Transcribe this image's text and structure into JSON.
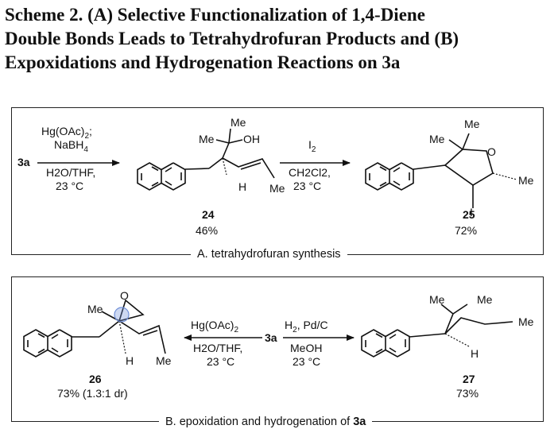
{
  "title": {
    "line1": "Scheme 2. (A) Selective Functionalization of 1,4-Diene",
    "line2": "Double Bonds Leads to Tetrahydrofuran Products and (B)",
    "line3": "Expoxidations and Hydrogenation Reactions on 3a"
  },
  "panel_a": {
    "caption": "A. tetrahydrofuran synthesis",
    "start": "3a",
    "step1": {
      "line1": "Hg(OAc)",
      "line1_sub": "2",
      "line1_tail": ";",
      "line2": "NaBH",
      "line2_sub": "4",
      "line3": "H2O/THF,",
      "line4": "23 °C"
    },
    "step2": {
      "above": "I",
      "above_sub": "2",
      "below1": "CH2Cl2,",
      "below2": "23 °C"
    },
    "compound_24": {
      "number": "24",
      "yield": "46%",
      "labels": {
        "me1": "Me",
        "me2": "Me",
        "oh": "OH",
        "h": "H",
        "me3": "Me"
      }
    },
    "compound_25": {
      "number": "25",
      "yield": "72%",
      "labels": {
        "me1": "Me",
        "me2": "Me",
        "o": "O",
        "me3": "Me",
        "i": "I"
      }
    }
  },
  "panel_b": {
    "caption_prefix": "B. epoxidation and hydrogenation of ",
    "caption_bold": "3a",
    "center": "3a",
    "left_cond": {
      "above": "Hg(OAc)",
      "above_sub": "2",
      "below1": "H2O/THF,",
      "below2": "23 °C"
    },
    "right_cond": {
      "above": "H",
      "above_sub": "2",
      "above_tail": ", Pd/C",
      "below1": "MeOH",
      "below2": "23 °C"
    },
    "compound_26": {
      "number": "26",
      "yield": "73% (1.3:1 dr)",
      "labels": {
        "o": "O",
        "me1": "Me",
        "h": "H",
        "me2": "Me"
      }
    },
    "compound_27": {
      "number": "27",
      "yield": "73%",
      "labels": {
        "me1": "Me",
        "me2": "Me",
        "me3": "Me",
        "h": "H"
      }
    }
  },
  "colors": {
    "highlight": "#6f8fd8",
    "line": "#111111"
  }
}
